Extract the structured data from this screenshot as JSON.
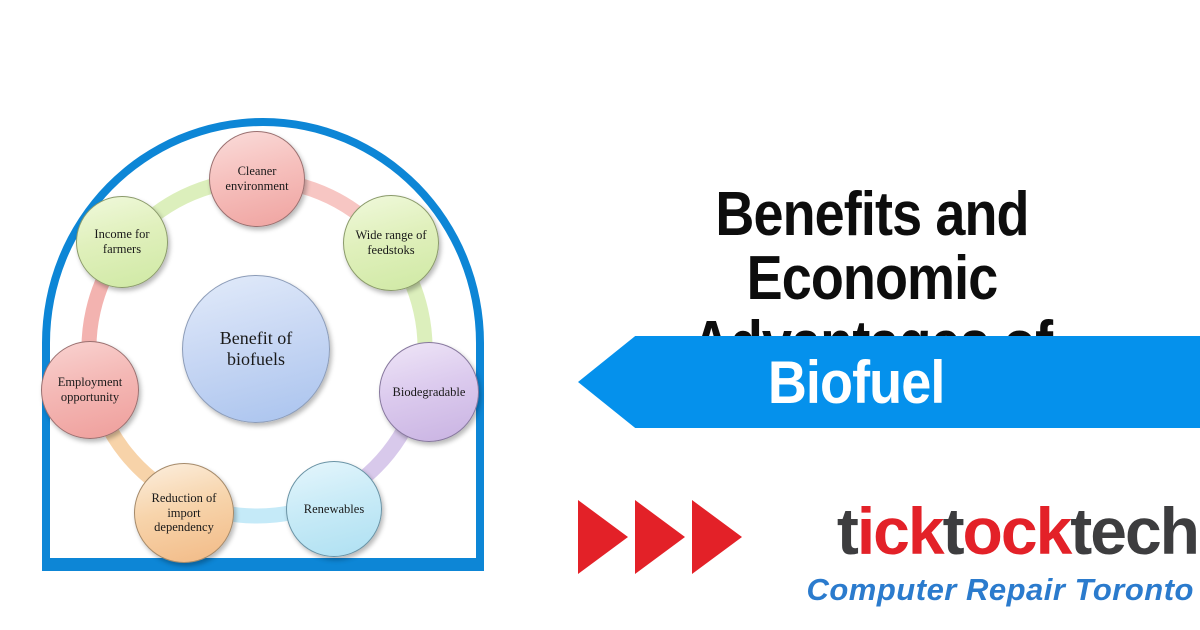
{
  "headline": {
    "line1": "Benefits and Economic",
    "line2": "Advantages of",
    "color": "#0d0d0d"
  },
  "banner": {
    "label": "Biofuel",
    "bg_color": "#0591ec",
    "text_color": "#ffffff",
    "shape": "left-pointing-arrow"
  },
  "diagram": {
    "frame_color": "#0d86d6",
    "center": {
      "label": "Benefit of\nbiofuels",
      "fill": "#b8cdf0",
      "border": "#8c9cb8"
    },
    "nodes": [
      {
        "id": "cleaner",
        "label": "Cleaner environment",
        "fill": "#f4b8b5",
        "border": "#9a7070"
      },
      {
        "id": "wide",
        "label": "Wide range of feedstoks",
        "fill": "#dcedb3",
        "border": "#8a9a6a"
      },
      {
        "id": "biodegradable",
        "label": "Biodegradable",
        "fill": "#d3bfe8",
        "border": "#87789e"
      },
      {
        "id": "renewables",
        "label": "Renewables",
        "fill": "#bce6f5",
        "border": "#6a93a5"
      },
      {
        "id": "reduction",
        "label": "Reduction of import dependency",
        "fill": "#f5c79b",
        "border": "#a58a6a"
      },
      {
        "id": "employment",
        "label": "Employment opportunity",
        "fill": "#f2aba8",
        "border": "#9a7070"
      },
      {
        "id": "income",
        "label": "Income for farmers",
        "fill": "#dcedb3",
        "border": "#8a9a6a"
      }
    ],
    "arc_colors": {
      "income_to_cleaner": "#dcefbc",
      "cleaner_to_wide": "#f7c6c3",
      "wide_to_biodegradable": "#dcefbc",
      "biodegradable_to_renewables": "#d8c9eb",
      "renewables_to_reduction": "#c5eaf8",
      "reduction_to_employment": "#f7d3a9",
      "employment_to_income": "#f3b3b0"
    }
  },
  "logo": {
    "icon": "triple-arrow-icon",
    "arrow_color": "#e32128",
    "brand": [
      {
        "text": "t",
        "color": "#3d3d3f"
      },
      {
        "text": "ick",
        "color": "#e32128"
      },
      {
        "text": "t",
        "color": "#3d3d3f"
      },
      {
        "text": "ock",
        "color": "#e32128"
      },
      {
        "text": "tech",
        "color": "#3d3d3f"
      }
    ],
    "tagline": "Computer Repair Toronto",
    "tagline_color": "#2b7bcd"
  }
}
